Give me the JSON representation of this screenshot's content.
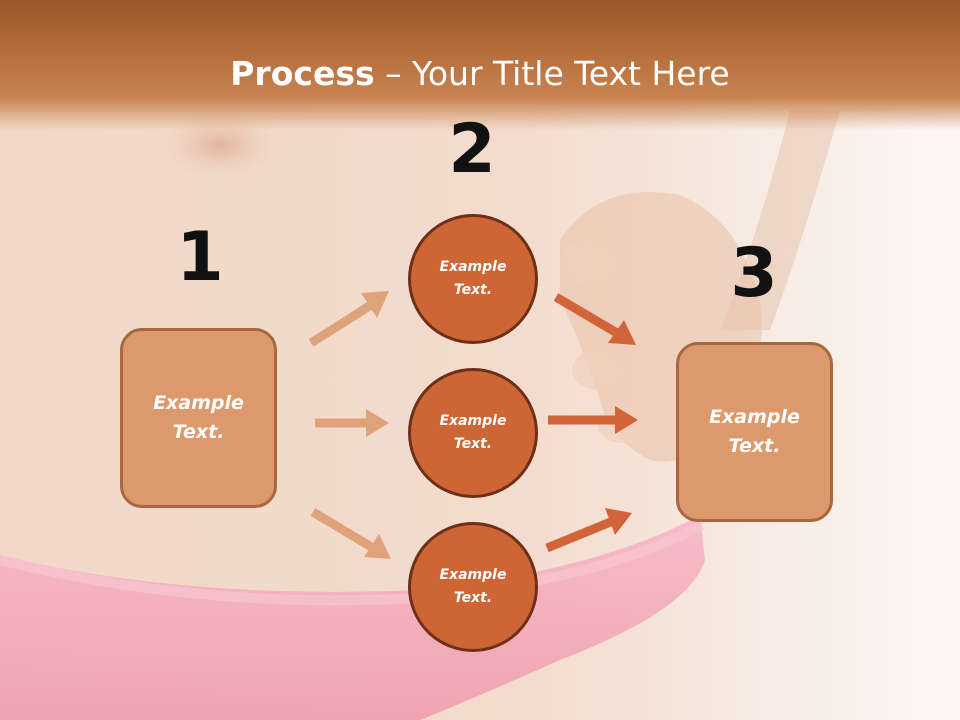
{
  "title": {
    "bold": "Process",
    "rest": " – Your Title Text Here"
  },
  "steps": [
    {
      "number": "1"
    },
    {
      "number": "2"
    },
    {
      "number": "3"
    }
  ],
  "boxes": {
    "left": "Example\nText.",
    "right": "Example\nText."
  },
  "circles": [
    {
      "text": "Example\nText."
    },
    {
      "text": "Example\nText."
    },
    {
      "text": "Example\nText."
    }
  ],
  "colors": {
    "title_bar": "#b8713e",
    "box_fill": "#dc9a6c",
    "box_border": "#a76840",
    "circle_fill": "#cd6535",
    "circle_border": "#6e2f18",
    "arrow_light": "#e0a27a",
    "arrow_dark": "#d2643a"
  }
}
